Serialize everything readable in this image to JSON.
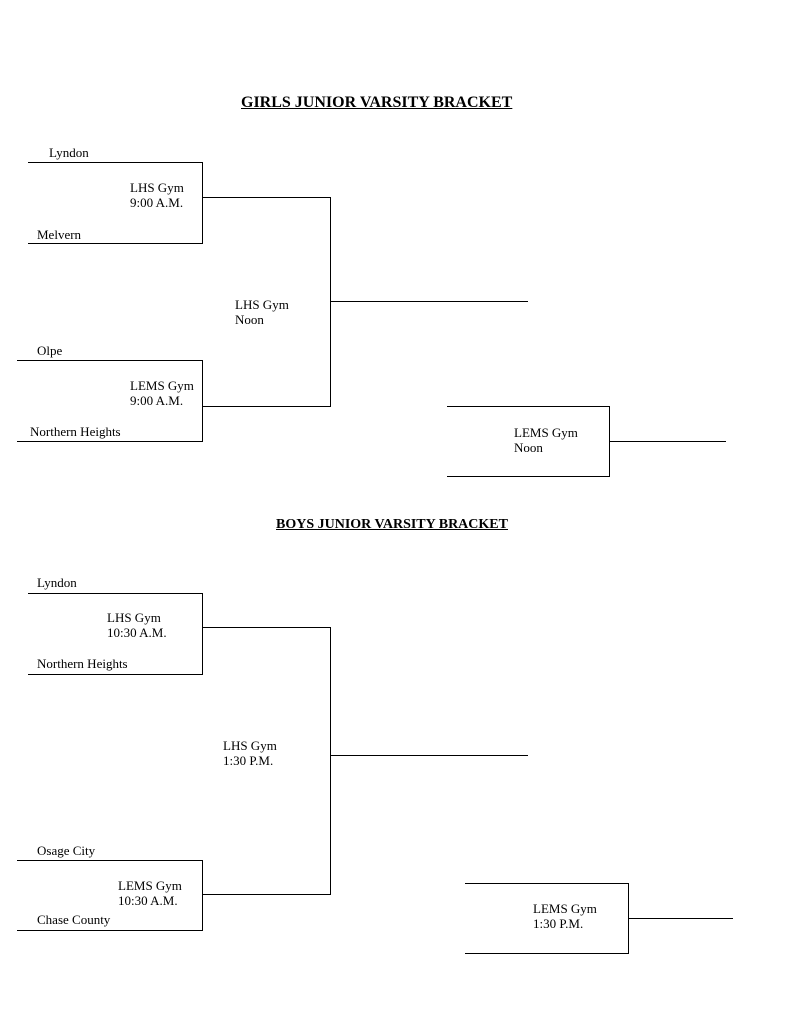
{
  "girls": {
    "title": "GIRLS JUNIOR VARSITY BRACKET",
    "team_lyndon": "Lyndon",
    "team_melvern": "Melvern",
    "team_olpe": "Olpe",
    "team_northern_heights": "Northern Heights",
    "game1_site": "LHS Gym",
    "game1_time": "9:00 A.M.",
    "game2_site": "LEMS Gym",
    "game2_time": "9:00 A.M.",
    "final_site": "LHS Gym",
    "final_time": "Noon",
    "consolation_site": "LEMS Gym",
    "consolation_time": "Noon"
  },
  "boys": {
    "title": "BOYS JUNIOR VARSITY BRACKET",
    "team_lyndon": "Lyndon",
    "team_northern_heights": "Northern Heights",
    "team_osage_city": "Osage City",
    "team_chase_county": "Chase County",
    "game1_site": "LHS Gym",
    "game1_time": "10:30 A.M.",
    "game2_site": "LEMS Gym",
    "game2_time": "10:30 A.M.",
    "final_site": "LHS Gym",
    "final_time": "1:30 P.M.",
    "consolation_site": "LEMS Gym",
    "consolation_time": "1:30 P.M."
  }
}
